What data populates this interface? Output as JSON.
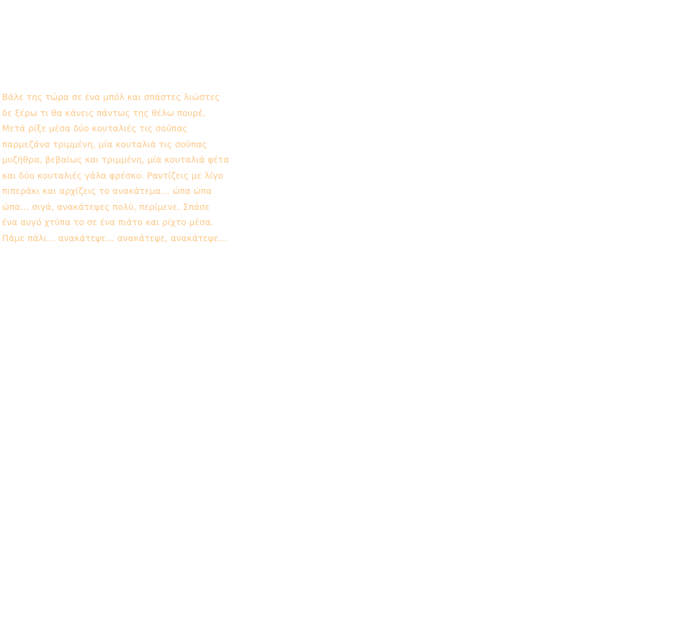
{
  "text_color": "#fcc98a",
  "poem": {
    "lines": [
      "Βάλε της τώρα σε ένα μπόλ και σπάστες λιώστες",
      "δε ξέρω τι θα κάνεις πάντως της θέλω πουρέ.",
      "Μετά ρίξε μέσα δύο κουταλιές τις σούπας",
      "παρμεζάνα τριμμένη, μία κουταλιά τις σούπας",
      "μυζήθρα, βεβαίως και τριμμένη, μία κουταλιά φέτα",
      "και δύο κουταλιές γάλα φρέσκο. Ραντίζεις με λίγο",
      "πιπεράκι και αρχίζεις το ανακάτεμα… ώπα ώπα",
      "ώπα… σιγά, ανακάτεψες πολύ, περίμενε. Σπάσε",
      "ένα αυγό χτύπα το σε ένα πιάτο και ρίχτο μέσα.",
      "Πάμε πάλι… ανακάτεψε… ανακάτεψε, ανακάτεψε…"
    ]
  }
}
